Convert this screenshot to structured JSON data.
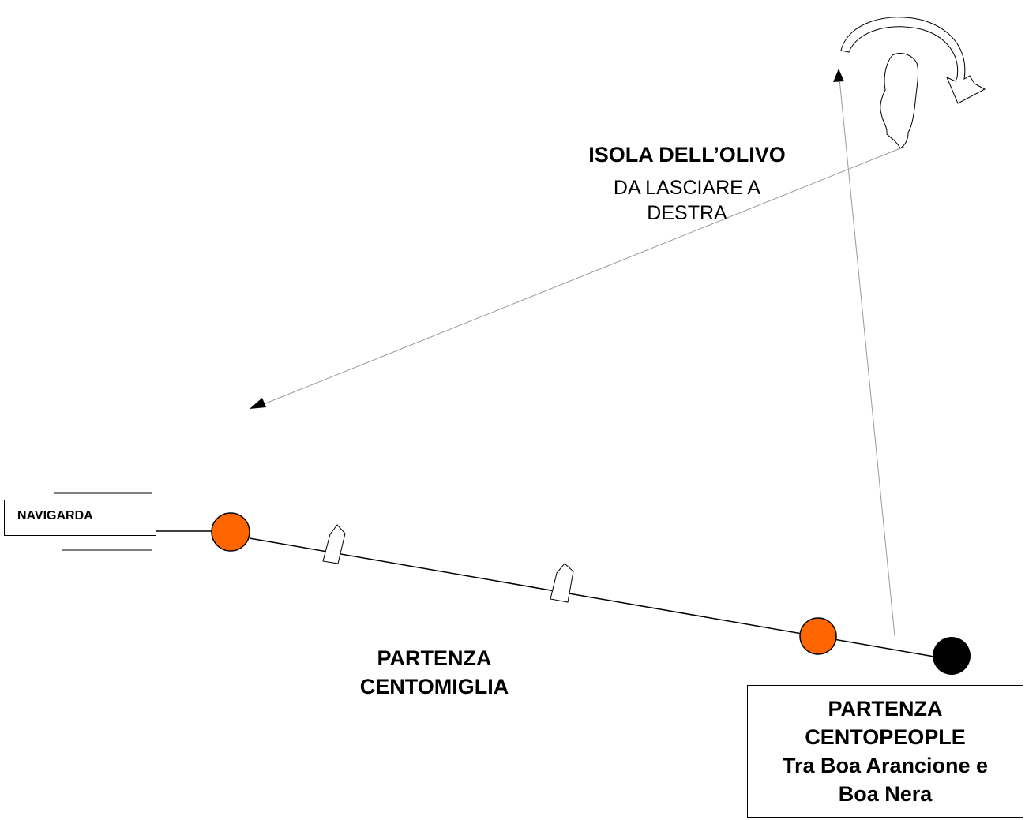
{
  "island": {
    "title": "ISOLA DELL’OLIVO",
    "line1": "DA LASCIARE A",
    "line2": "DESTRA"
  },
  "navigarda": {
    "label": "NAVIGARDA"
  },
  "start_centomiglia": {
    "line1": "PARTENZA",
    "line2": "CENTOMIGLIA"
  },
  "start_centopeople": {
    "line1": "PARTENZA",
    "line2": "CENTOPEOPLE",
    "line3": "Tra Boa Arancione e",
    "line4": "Boa Nera"
  },
  "colors": {
    "orange_buoy": "#ff6600",
    "black_buoy": "#000000",
    "line": "#000000",
    "course_line": "#9a9a9a"
  }
}
